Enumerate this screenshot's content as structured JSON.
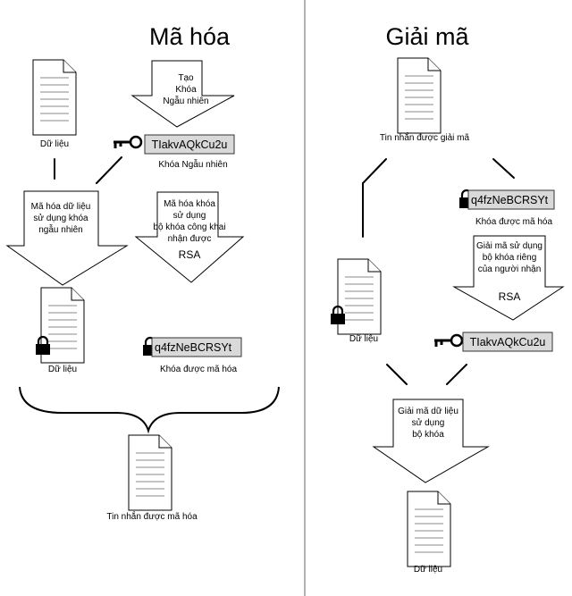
{
  "encrypt": {
    "title": "Mã hóa",
    "gen_arrow": [
      "Tạo",
      "Khóa",
      "Ngẫu nhiên"
    ],
    "data_label": "Dữ liệu",
    "random_key_text": "TIakvAQkCu2u",
    "random_key_label": "Khóa Ngẫu nhiên",
    "encrypt_data_arrow": [
      "Mã hóa dữ liệu",
      "sử dụng khóa",
      "ngẫu nhiên"
    ],
    "encrypt_key_arrow": [
      "Mã hóa khóa",
      "sử dụng",
      "bộ khóa công khai",
      "nhận được"
    ],
    "encrypt_key_algo": "RSA",
    "encrypted_data_label": "Dữ liệu",
    "encrypted_key_text": "q4fzNeBCRSYt",
    "encrypted_key_label": "Khóa được mã hóa",
    "message_label": "Tin nhắn được mã hóa"
  },
  "decrypt": {
    "title": "Giải mã",
    "message_label": "Tin nhắn được giải mã",
    "encrypted_key_text": "q4fzNeBCRSYt",
    "encrypted_key_label": "Khóa được mã hóa",
    "decrypt_key_arrow": [
      "Giải mã sử dụng",
      "bộ khóa riêng",
      "của người nhận"
    ],
    "decrypt_key_algo": "RSA",
    "data_label": "Dữ liệu",
    "random_key_text": "TIakvAQkCu2u",
    "decrypt_data_arrow": [
      "Giải mã dữ liệu",
      "sử dụng",
      "bộ khóa"
    ],
    "result_label": "Dữ liệu"
  }
}
